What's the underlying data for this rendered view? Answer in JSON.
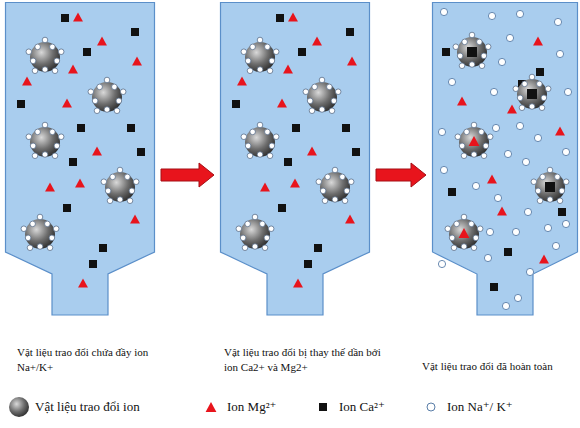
{
  "diagram": {
    "nodes": [
      {
        "text": [
          "Vật liệu trao đổi chứa đầy ion Na+/K+"
        ]
      },
      {
        "text": [
          "Vật liệu trao đổi bị thay thế dần bởi ion Ca2+ và Mg2+"
        ]
      },
      {
        "text": [
          "Vật liệu trao đổi đã hoàn toàn"
        ]
      }
    ],
    "edges": [
      {
        "from": 0,
        "to": 1,
        "arrow": "to"
      },
      {
        "from": 1,
        "to": 2,
        "arrow": "to"
      }
    ],
    "legend": [
      {
        "text": "Vật liệu trao đổi ion"
      },
      {
        "text": "Ion Mg²⁺",
        "color": "#e8141c"
      },
      {
        "text": "Ion Ca²⁺",
        "color": "#111111"
      },
      {
        "text": "Ion Na⁺/ K⁺"
      }
    ]
  }
}
